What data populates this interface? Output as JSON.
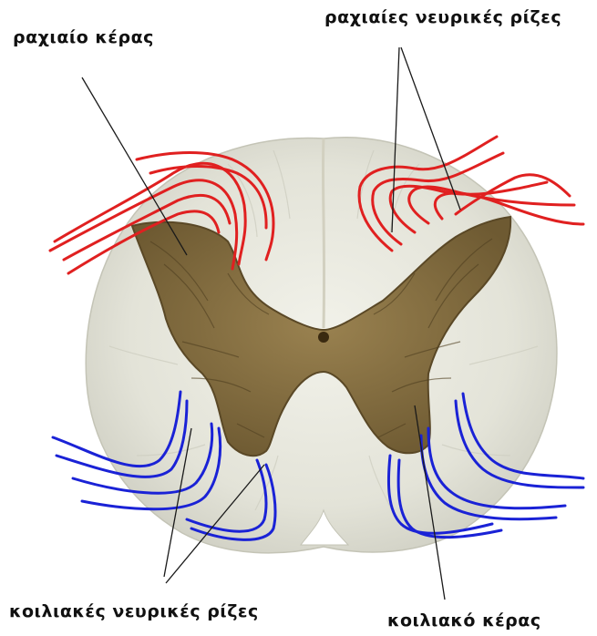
{
  "labels": {
    "dorsal_horn": "ραχιαίο κέρας",
    "dorsal_roots": "ραχιαίες νευρικές ρίζες",
    "ventral_roots": "κοιλιακές νευρικές ρίζες",
    "ventral_horn": "κοιλιακό κέρας"
  },
  "colors": {
    "dorsal_roots": "#e02020",
    "ventral_roots": "#1a22d6",
    "white_matter": "#e6e6dc",
    "grey_matter": "#8a7244",
    "leader_lines": "#1a1a1a",
    "background": "#ffffff"
  }
}
